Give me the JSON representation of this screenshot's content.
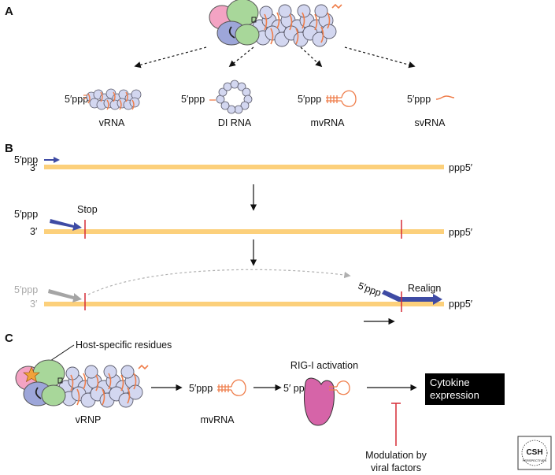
{
  "colors": {
    "rna_strand": "#fcd07b",
    "nucleoprotein": "#d3d7f0",
    "polymerase_pink": "#f3a3c3",
    "polymerase_green": "#a8d79a",
    "polymerase_blue": "#9da6d9",
    "rna_orange": "#ef7d4a",
    "primer_blue": "#3e4ba4",
    "primer_gray": "#a5a5a5",
    "stop_red": "#d62a35",
    "rig_i": "#d664a8",
    "host_star": "#f1a23a",
    "cytokine_box": "#000000"
  },
  "panel_a": {
    "label": "A",
    "items": [
      {
        "prefix": "5′ppp",
        "caption": "vRNA",
        "icon": "vrna-rod-icon"
      },
      {
        "prefix": "5′ppp",
        "caption": "DI RNA",
        "icon": "di-rna-ring-icon"
      },
      {
        "prefix": "5′ppp",
        "caption": "mvRNA",
        "icon": "mvrna-hairpin-icon"
      },
      {
        "prefix": "5′ppp",
        "caption": "svRNA",
        "icon": "svrna-squiggle-icon"
      }
    ]
  },
  "panel_b": {
    "label": "B",
    "rows": [
      {
        "left_top": "5′ppp",
        "left_bottom": "3′",
        "right": "ppp5′"
      },
      {
        "left_top": "5′ppp",
        "left_bottom": "3′",
        "right": "ppp5′",
        "stop_label": "Stop"
      },
      {
        "left_top": "5′ppp",
        "left_bottom": "3′",
        "right": "ppp5′",
        "realign_prefix": "5′ppp",
        "realign_label": "Realign"
      }
    ]
  },
  "panel_c": {
    "label": "C",
    "host_residues": "Host-specific residues",
    "vrnp_label": "vRNP",
    "mvrna_prefix": "5′ppp",
    "mvrna_label": "mvRNA",
    "rig_title": "RIG-I activation",
    "rig_prefix": "5′ pp",
    "cytokine_line1": "Cytokine",
    "cytokine_line2": "expression",
    "modulation_line1": "Modulation by",
    "modulation_line2": "viral factors"
  },
  "logo": {
    "text": "CSH",
    "subtext": "PERSPECTIVES"
  }
}
